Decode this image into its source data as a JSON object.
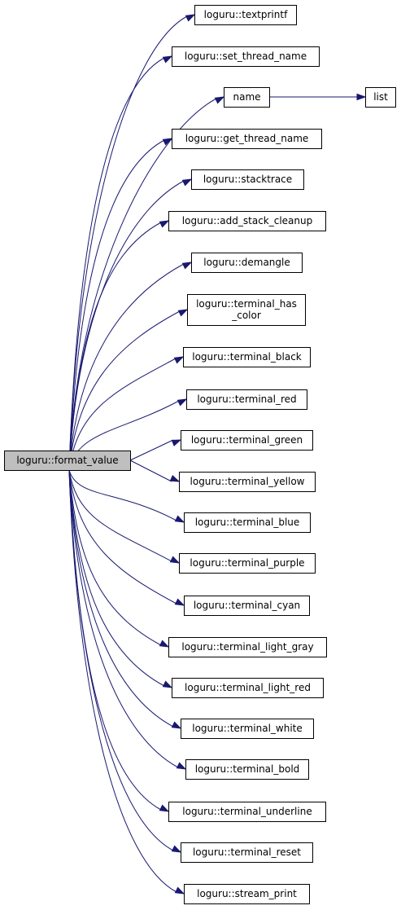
{
  "colors": {
    "edge": "#191970",
    "root_fill": "#bfbfbf",
    "node_fill": "#ffffff",
    "node_stroke": "#000000"
  },
  "root": {
    "id": "format_value",
    "label": [
      "loguru::format_value"
    ]
  },
  "callees": [
    {
      "id": "textprintf",
      "label": [
        "loguru::textprintf"
      ]
    },
    {
      "id": "set_thread_name",
      "label": [
        "loguru::set_thread_name"
      ]
    },
    {
      "id": "name",
      "label": [
        "name"
      ]
    },
    {
      "id": "list",
      "label": [
        "list"
      ]
    },
    {
      "id": "get_thread_name",
      "label": [
        "loguru::get_thread_name"
      ]
    },
    {
      "id": "stacktrace",
      "label": [
        "loguru::stacktrace"
      ]
    },
    {
      "id": "add_stack_cleanup",
      "label": [
        "loguru::add_stack_cleanup"
      ]
    },
    {
      "id": "demangle",
      "label": [
        "loguru::demangle"
      ]
    },
    {
      "id": "terminal_has_color",
      "label": [
        "loguru::terminal_has",
        "_color"
      ]
    },
    {
      "id": "terminal_black",
      "label": [
        "loguru::terminal_black"
      ]
    },
    {
      "id": "terminal_red",
      "label": [
        "loguru::terminal_red"
      ]
    },
    {
      "id": "terminal_green",
      "label": [
        "loguru::terminal_green"
      ]
    },
    {
      "id": "terminal_yellow",
      "label": [
        "loguru::terminal_yellow"
      ]
    },
    {
      "id": "terminal_blue",
      "label": [
        "loguru::terminal_blue"
      ]
    },
    {
      "id": "terminal_purple",
      "label": [
        "loguru::terminal_purple"
      ]
    },
    {
      "id": "terminal_cyan",
      "label": [
        "loguru::terminal_cyan"
      ]
    },
    {
      "id": "terminal_light_gray",
      "label": [
        "loguru::terminal_light_gray"
      ]
    },
    {
      "id": "terminal_light_red",
      "label": [
        "loguru::terminal_light_red"
      ]
    },
    {
      "id": "terminal_white",
      "label": [
        "loguru::terminal_white"
      ]
    },
    {
      "id": "terminal_bold",
      "label": [
        "loguru::terminal_bold"
      ]
    },
    {
      "id": "terminal_underline",
      "label": [
        "loguru::terminal_underline"
      ]
    },
    {
      "id": "terminal_reset",
      "label": [
        "loguru::terminal_reset"
      ]
    },
    {
      "id": "stream_print",
      "label": [
        "loguru::stream_print"
      ]
    }
  ],
  "edges": [
    {
      "from": "format_value",
      "to": "textprintf"
    },
    {
      "from": "format_value",
      "to": "set_thread_name"
    },
    {
      "from": "format_value",
      "to": "name"
    },
    {
      "from": "name",
      "to": "list"
    },
    {
      "from": "format_value",
      "to": "get_thread_name"
    },
    {
      "from": "format_value",
      "to": "stacktrace"
    },
    {
      "from": "format_value",
      "to": "add_stack_cleanup"
    },
    {
      "from": "format_value",
      "to": "demangle"
    },
    {
      "from": "format_value",
      "to": "terminal_has_color"
    },
    {
      "from": "format_value",
      "to": "terminal_black"
    },
    {
      "from": "format_value",
      "to": "terminal_red"
    },
    {
      "from": "format_value",
      "to": "terminal_green"
    },
    {
      "from": "format_value",
      "to": "terminal_yellow"
    },
    {
      "from": "format_value",
      "to": "terminal_blue"
    },
    {
      "from": "format_value",
      "to": "terminal_purple"
    },
    {
      "from": "format_value",
      "to": "terminal_cyan"
    },
    {
      "from": "format_value",
      "to": "terminal_light_gray"
    },
    {
      "from": "format_value",
      "to": "terminal_light_red"
    },
    {
      "from": "format_value",
      "to": "terminal_white"
    },
    {
      "from": "format_value",
      "to": "terminal_bold"
    },
    {
      "from": "format_value",
      "to": "terminal_underline"
    },
    {
      "from": "format_value",
      "to": "terminal_reset"
    },
    {
      "from": "format_value",
      "to": "stream_print"
    }
  ]
}
